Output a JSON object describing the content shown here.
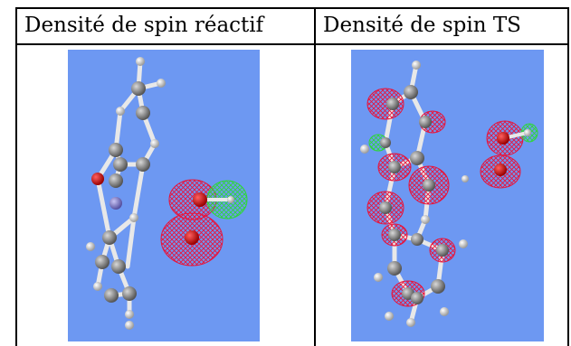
{
  "table": {
    "headers": [
      "Densité de spin réactif",
      "Densité de spin TS"
    ]
  },
  "palette": {
    "panel_background": "#6d98f2",
    "spin_alpha": "#e8133a",
    "spin_beta": "#2fd63a",
    "carbon": "#8a8a8a",
    "hydrogen": "#f2f2f2",
    "oxygen": "#d40000",
    "nitrogen": "#8a84d6"
  },
  "panels": [
    {
      "name": "reactant-spin-density-image",
      "caption_index": 0
    },
    {
      "name": "ts-spin-density-image",
      "caption_index": 1
    }
  ]
}
